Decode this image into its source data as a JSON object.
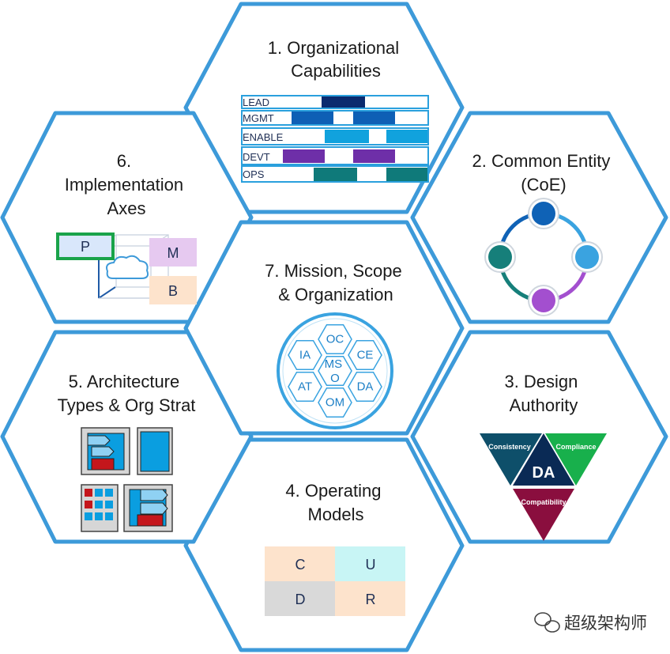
{
  "hexagons": {
    "h1": {
      "title_lines": [
        "1. Organizational",
        "Capabilities"
      ]
    },
    "h2": {
      "title_lines": [
        "2. Common Entity",
        "(CoE)"
      ]
    },
    "h3": {
      "title_lines": [
        "3. Design",
        "Authority"
      ]
    },
    "h4": {
      "title_lines": [
        "4. Operating",
        "Models"
      ]
    },
    "h5": {
      "title_lines": [
        "5. Architecture",
        "Types & Org Strat"
      ]
    },
    "h6": {
      "title_lines": [
        "6.",
        "Implementation",
        "Axes"
      ]
    },
    "h7": {
      "title_lines": [
        "7. Mission, Scope",
        "& Organization"
      ]
    }
  },
  "capabilities": {
    "rows": [
      {
        "label": "LEAD",
        "color": "#0b2a6e"
      },
      {
        "label": "MGMT",
        "color": "#0e5fb5"
      },
      {
        "label": "ENABLE",
        "color": "#11a2dd"
      },
      {
        "label": "DEVT",
        "color": "#6e2fa8"
      },
      {
        "label": "OPS",
        "color": "#0f7a7a"
      }
    ]
  },
  "coe": {
    "colors": [
      "#0f62b6",
      "#3aa3e0",
      "#a34fcf",
      "#167f7a"
    ]
  },
  "design_authority": {
    "center": "DA",
    "segments": [
      {
        "label": "Consistency",
        "color": "#0e4f6a"
      },
      {
        "label": "Compliance",
        "color": "#18b04c"
      },
      {
        "label": "Compatibility",
        "color": "#8a0e3e"
      }
    ]
  },
  "operating_models": {
    "cells": [
      {
        "label": "C",
        "color": "#fde3cc"
      },
      {
        "label": "U",
        "color": "#c8f5f5"
      },
      {
        "label": "D",
        "color": "#d9d9d9"
      },
      {
        "label": "R",
        "color": "#fde3cc"
      }
    ]
  },
  "implementation_axes": {
    "p": "P",
    "m": "M",
    "b": "B",
    "colors": {
      "p_fill": "#d9e7fb",
      "p_border": "#1aa34a",
      "m_fill": "#e6c9f0",
      "b_fill": "#fde3cc",
      "cloud": "#3d9ad9"
    }
  },
  "mission": {
    "center": "MS\nO",
    "center_lines": [
      "MS",
      "O"
    ],
    "ring": [
      "OC",
      "CE",
      "DA",
      "OM",
      "AT",
      "IA"
    ],
    "color": "#3aa3e0"
  },
  "watermark": {
    "text": "超级架构师"
  },
  "colors": {
    "hex_border": "#3d9ad9"
  }
}
